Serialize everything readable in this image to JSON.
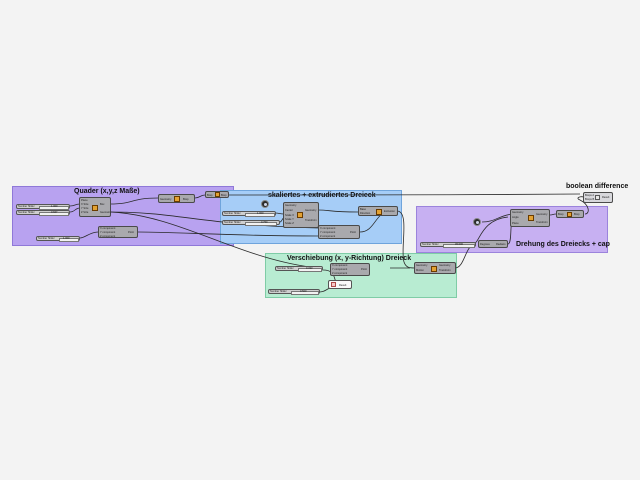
{
  "groups": {
    "quader": {
      "title": "Quader (x,y,z Maße)",
      "color": "#b8a2f0"
    },
    "skaliert": {
      "title": "skaliertes + extrudiertes Dreieck",
      "color": "#a6cdf7"
    },
    "drehung": {
      "title": "Drehung des Dreiecks + cap",
      "color": "#c7b0f2"
    },
    "verschiebung": {
      "title": "Verschiebung (x, y-Richtung) Dreieck",
      "color": "#b8ecd2"
    }
  },
  "floating_titles": {
    "boolean": "boolean difference"
  },
  "sliders": [
    {
      "label": "Number Slider",
      "value": "1.000"
    },
    {
      "label": "Number Slider",
      "value": "0.667"
    },
    {
      "label": "Number Slider",
      "value": "1.000"
    },
    {
      "label": "Number Slider",
      "value": "1.000"
    },
    {
      "label": "Number Slider",
      "value": "0.750"
    },
    {
      "label": "Number Slider",
      "value": "45.000"
    },
    {
      "label": "Number Slider",
      "value": "0.333"
    },
    {
      "label": "Number Slider",
      "value": "0.500"
    }
  ],
  "nodes": {
    "box": {
      "inputs": [
        "Plane",
        "X Size",
        "Y Size",
        "Z Size"
      ],
      "outputs": [
        "Box",
        "Geometry"
      ]
    },
    "construct_pt_a": {
      "inputs": [
        "X component",
        "Y component",
        "Z component"
      ],
      "outputs": [
        "Point"
      ]
    },
    "brep_a": {
      "inputs": [
        "Geometry"
      ],
      "outputs": [
        "Brep"
      ]
    },
    "brep_b": {
      "inputs": [
        "Brep"
      ],
      "outputs": [
        "Brep"
      ]
    },
    "scale": {
      "inputs": [
        "Geometry",
        "Center",
        "Scale X",
        "Scale Y",
        "Scale Z"
      ],
      "outputs": [
        "Geometry",
        "Transform"
      ]
    },
    "construct_pt_b": {
      "inputs": [
        "X component",
        "Y component",
        "Z component"
      ],
      "outputs": [
        "Point"
      ]
    },
    "extrude": {
      "inputs": [
        "Base",
        "Direction"
      ],
      "outputs": [
        "Extrusion"
      ]
    },
    "move": {
      "inputs": [
        "Geometry",
        "Motion"
      ],
      "outputs": [
        "Geometry",
        "Transform"
      ]
    },
    "construct_pt_c": {
      "inputs": [
        "X component",
        "Y component",
        "Z component"
      ],
      "outputs": [
        "Point"
      ]
    },
    "unit_vector": {
      "outputs": [
        "Result"
      ]
    },
    "radians": {
      "inputs": [
        "Degrees"
      ],
      "outputs": [
        "Radians"
      ]
    },
    "rotate": {
      "inputs": [
        "Geometry",
        "Angle",
        "Plane"
      ],
      "outputs": [
        "Geometry",
        "Transform"
      ]
    },
    "cap": {
      "inputs": [
        "Brep"
      ],
      "outputs": [
        "Brep"
      ]
    },
    "solid_diff": {
      "inputs": [
        "Breps A",
        "Breps B"
      ],
      "outputs": [
        "Result"
      ]
    }
  }
}
